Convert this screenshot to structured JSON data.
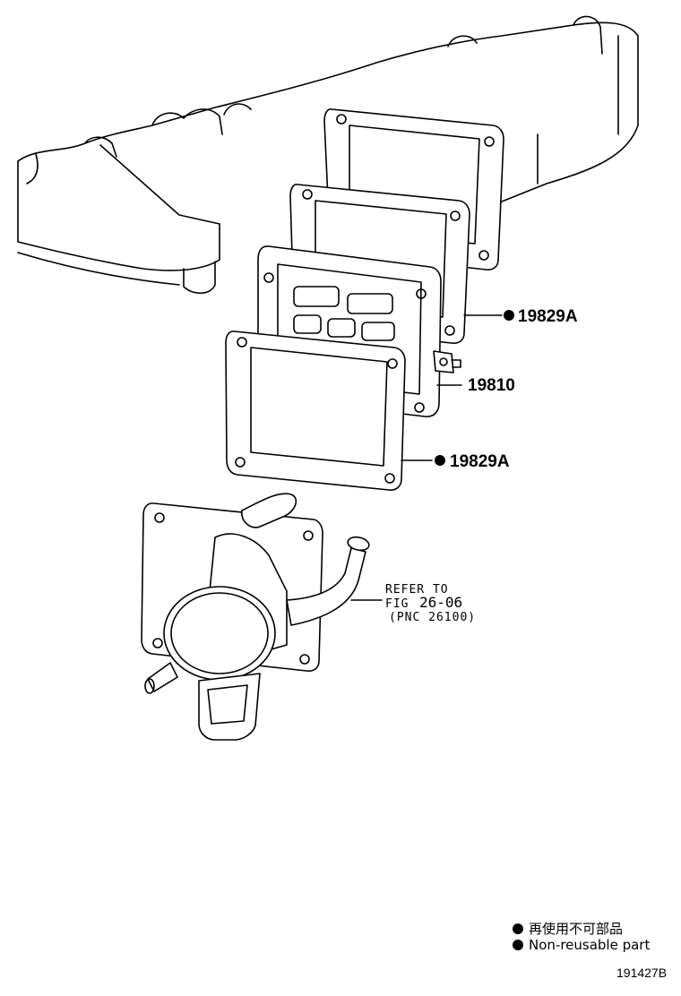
{
  "callouts": {
    "gasket_upper": "19829A",
    "valve_assembly": "19810",
    "gasket_lower": "19829A"
  },
  "reference": {
    "line1": "REFER TO",
    "line2_prefix": "FIG",
    "line2_fig": "26-06",
    "line3": "(PNC 26100)"
  },
  "legend": {
    "japanese": "再使用不可部品",
    "english": "Non-reusable part"
  },
  "figure_number": "191427B"
}
